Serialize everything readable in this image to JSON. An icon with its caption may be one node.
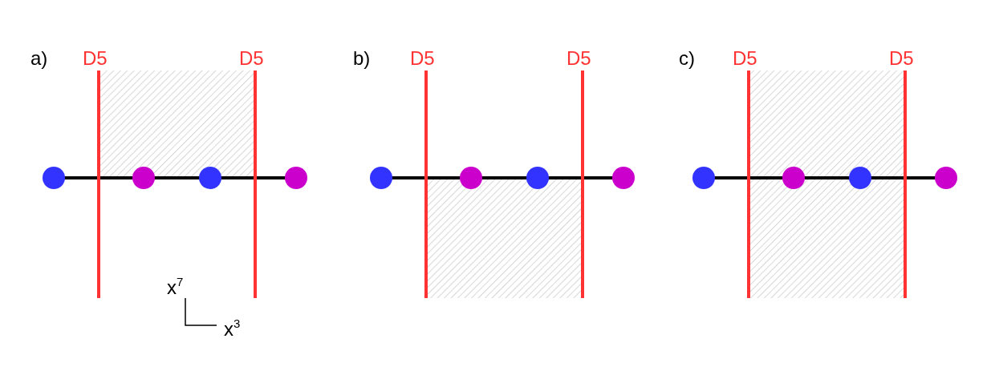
{
  "diagram": {
    "labels": [
      "a)",
      "D5",
      "D5",
      "b)",
      "D5",
      "D5",
      "c)",
      "D5",
      "D5",
      "x$^{7}$",
      "x$^{3}$"
    ]
  }
}
